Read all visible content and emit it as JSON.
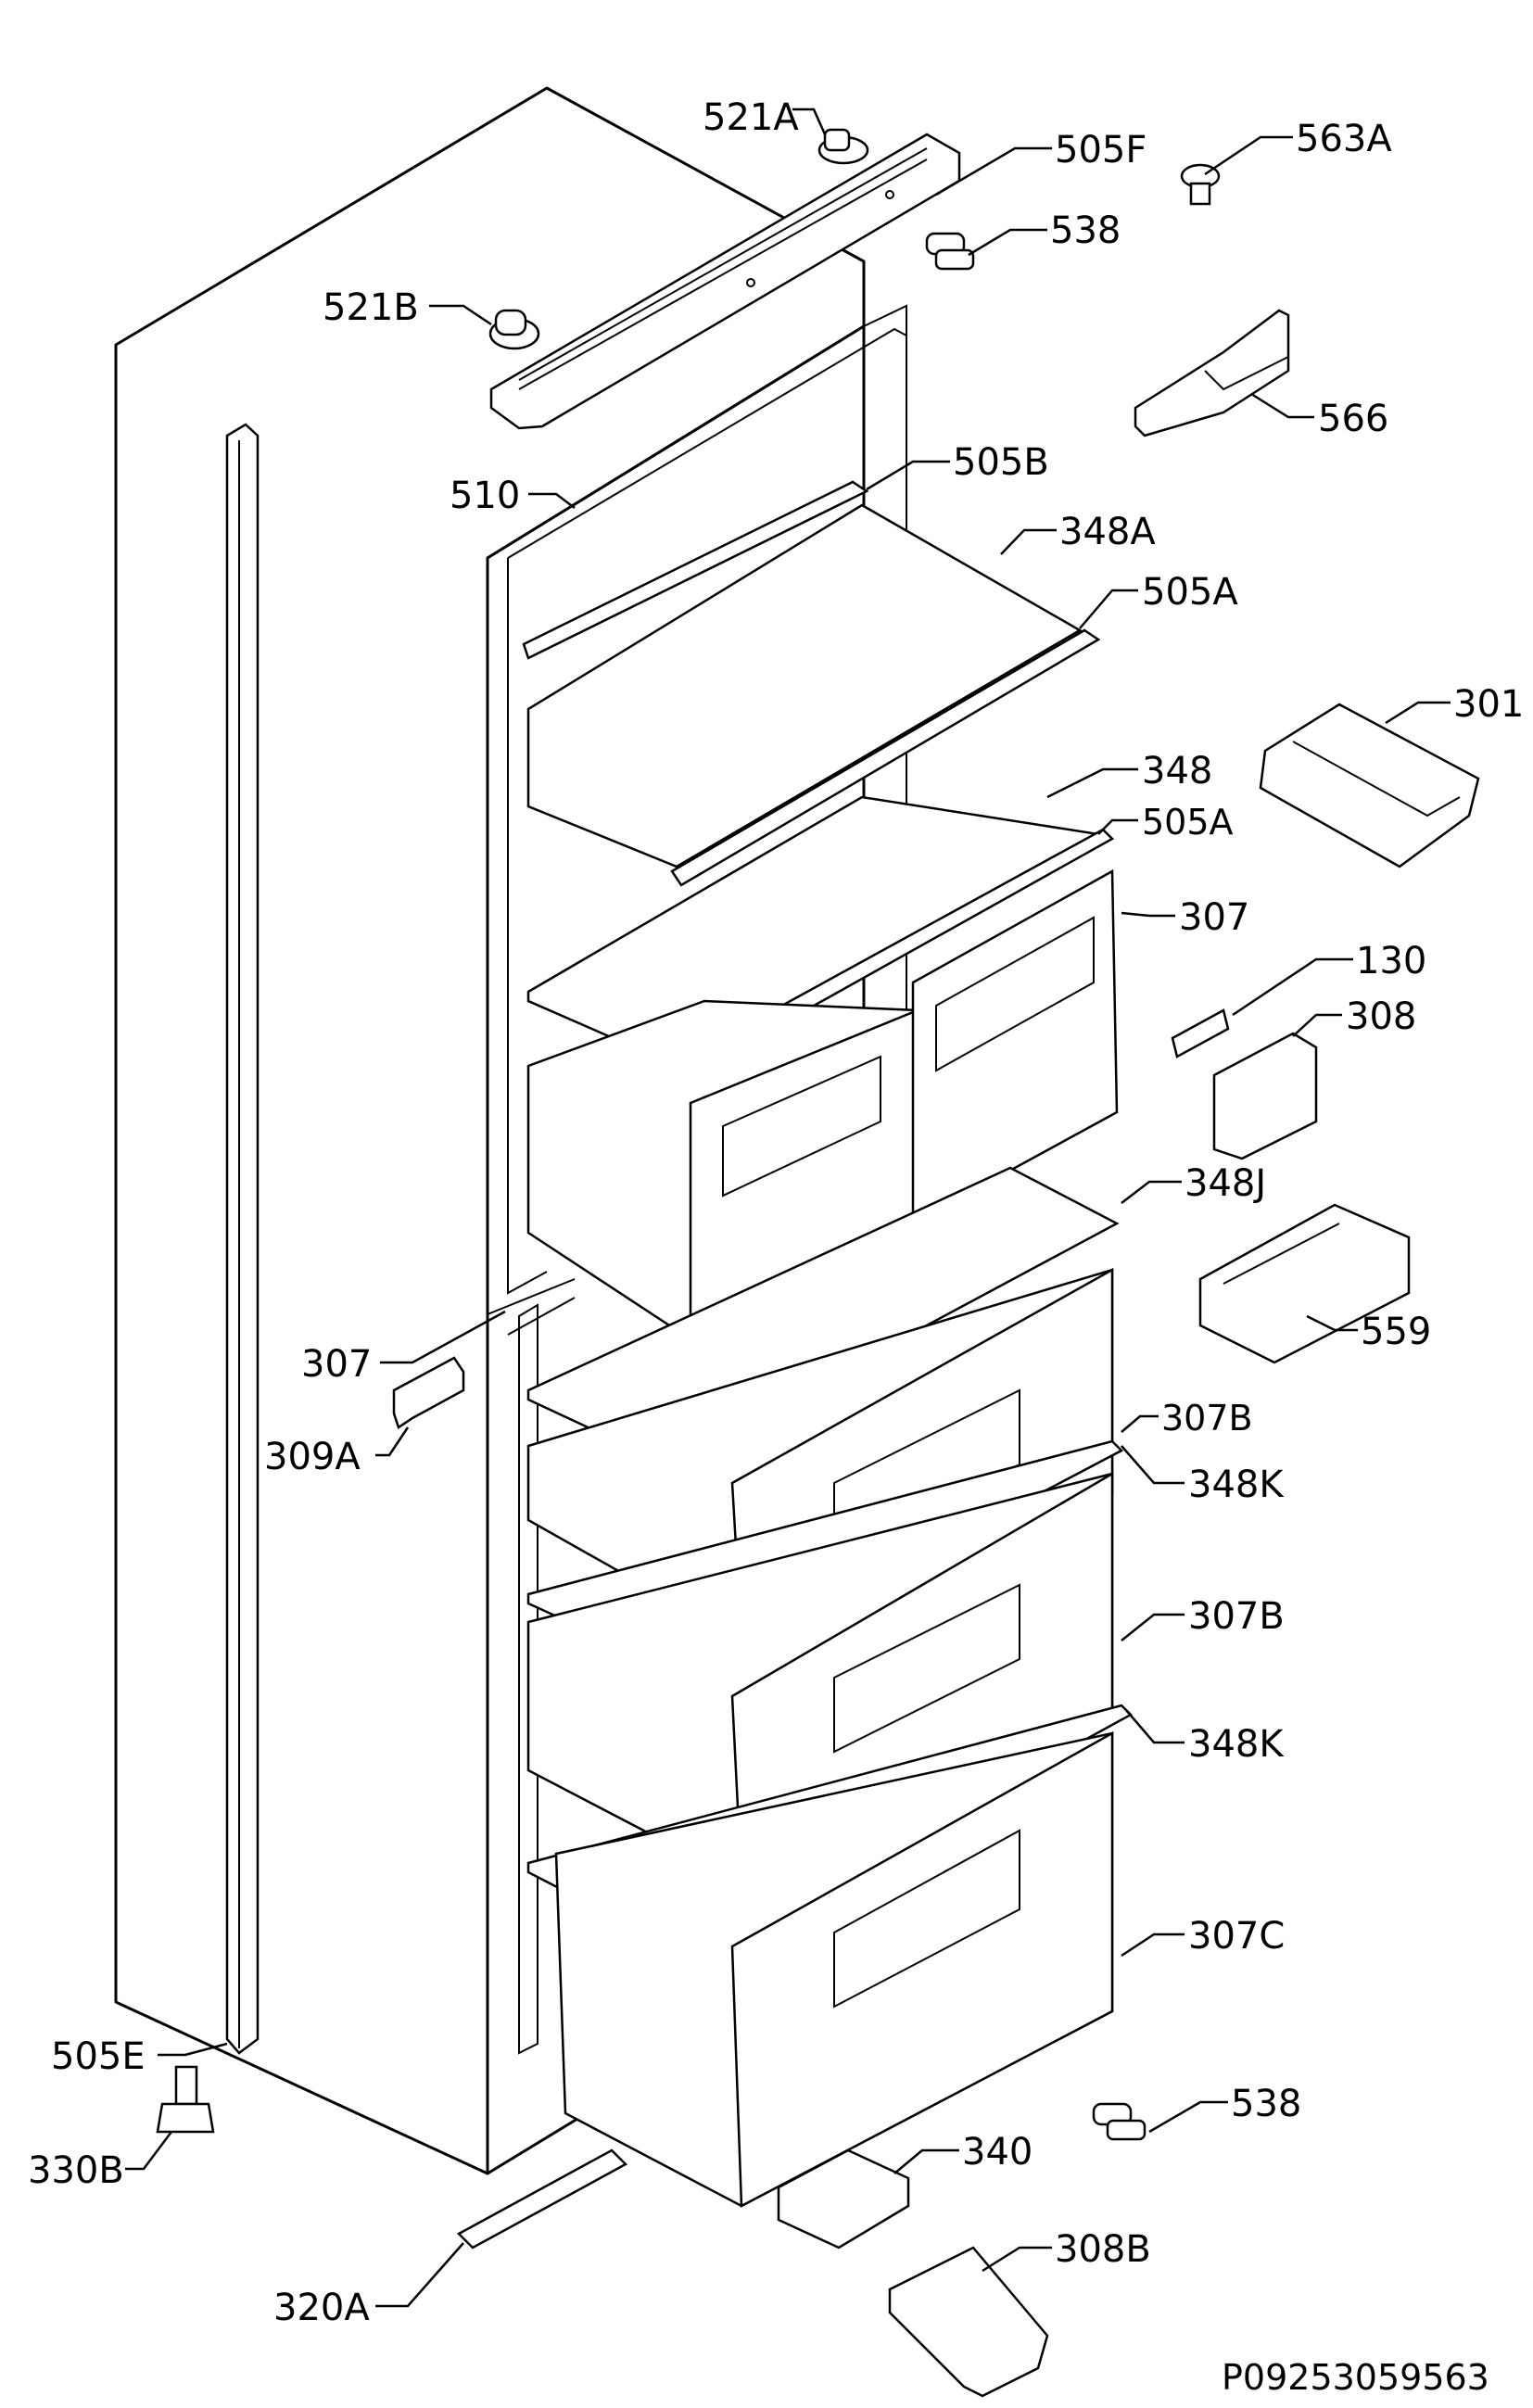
{
  "diagram": {
    "drawing_id": "P09253059563",
    "colors": {
      "line": "#000000",
      "background": "#ffffff"
    },
    "labels": [
      {
        "id": "l-521a",
        "text": "521A"
      },
      {
        "id": "l-505f",
        "text": "505F"
      },
      {
        "id": "l-563a",
        "text": "563A"
      },
      {
        "id": "l-538-top",
        "text": "538"
      },
      {
        "id": "l-521b",
        "text": "521B"
      },
      {
        "id": "l-566",
        "text": "566"
      },
      {
        "id": "l-510",
        "text": "510"
      },
      {
        "id": "l-505b",
        "text": "505B"
      },
      {
        "id": "l-348a",
        "text": "348A"
      },
      {
        "id": "l-505a-1",
        "text": "505A"
      },
      {
        "id": "l-301",
        "text": "301"
      },
      {
        "id": "l-348",
        "text": "348"
      },
      {
        "id": "l-505a-2",
        "text": "505A"
      },
      {
        "id": "l-307-right",
        "text": "307"
      },
      {
        "id": "l-130",
        "text": "130"
      },
      {
        "id": "l-308",
        "text": "308"
      },
      {
        "id": "l-348j",
        "text": "348J"
      },
      {
        "id": "l-559",
        "text": "559"
      },
      {
        "id": "l-307-left",
        "text": "307"
      },
      {
        "id": "l-309a",
        "text": "309A"
      },
      {
        "id": "l-307b-1",
        "text": "307B"
      },
      {
        "id": "l-348k-1",
        "text": "348K"
      },
      {
        "id": "l-307b-2",
        "text": "307B"
      },
      {
        "id": "l-348k-2",
        "text": "348K"
      },
      {
        "id": "l-307c",
        "text": "307C"
      },
      {
        "id": "l-505e",
        "text": "505E"
      },
      {
        "id": "l-538-bottom",
        "text": "538"
      },
      {
        "id": "l-330b",
        "text": "330B"
      },
      {
        "id": "l-340",
        "text": "340"
      },
      {
        "id": "l-308b",
        "text": "308B"
      },
      {
        "id": "l-320a",
        "text": "320A"
      }
    ]
  }
}
